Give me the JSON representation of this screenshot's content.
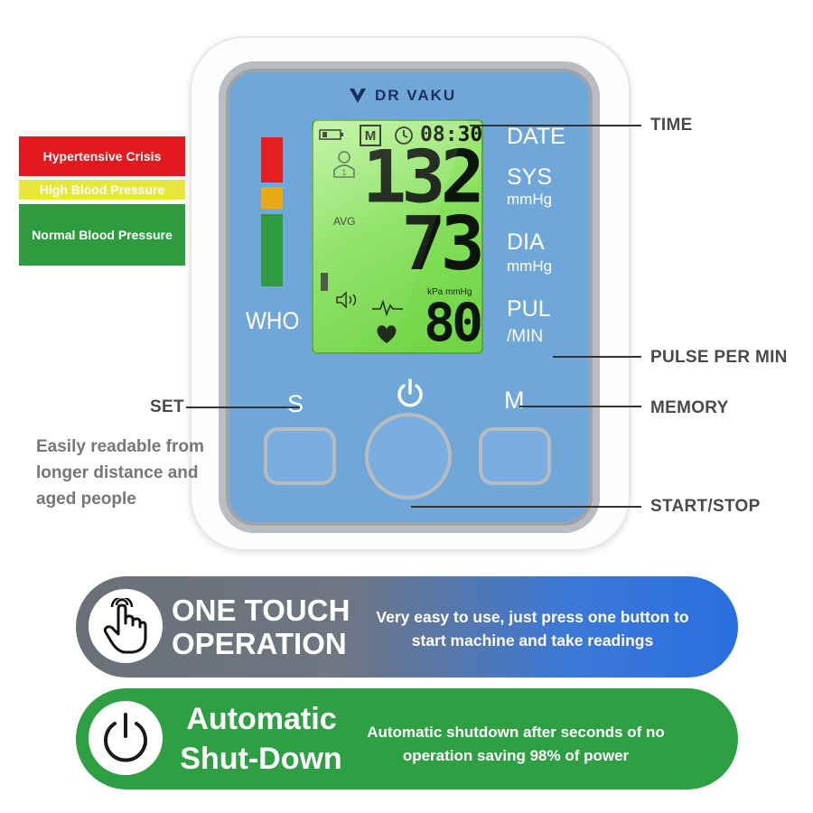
{
  "brand": "DR VAKU",
  "lcd": {
    "time": "08:30",
    "memory_indicator": "M",
    "systolic": "132",
    "diastolic": "73",
    "pulse": "80",
    "avg_label": "AVG",
    "units": "kPa mmHg"
  },
  "device_labels": {
    "date": "DATE",
    "sys": "SYS",
    "sys_unit": "mmHg",
    "dia": "DIA",
    "dia_unit": "mmHg",
    "pul": "PUL",
    "pul_unit": "/MIN",
    "who": "WHO",
    "set_key": "S",
    "memory_key": "M"
  },
  "legend": {
    "crisis": "Hypertensive Crisis",
    "high": "High Blood Pressure",
    "normal": "Normal Blood Pressure"
  },
  "callouts": {
    "time": "TIME",
    "pulse": "PULSE PER MIN",
    "memory": "MEMORY",
    "start_stop": "START/STOP",
    "set": "SET"
  },
  "description": "Easily readable from longer distance and aged people",
  "banners": [
    {
      "title_line1": "ONE TOUCH",
      "title_line2": "OPERATION",
      "text_line1": "Very easy to use, just press one button to",
      "text_line2": "start machine and take readings",
      "icon": "hand-pointer-icon"
    },
    {
      "title_line1": "Automatic",
      "title_line2": "Shut-Down",
      "text_line1": "Automatic shutdown after seconds of no",
      "text_line2": "operation saving 98% of power",
      "icon": "power-icon"
    }
  ],
  "colors": {
    "crisis": "#e4191f",
    "high": "#e7e63a",
    "normal": "#2e9b3e",
    "panel": "#6fa7d8",
    "lcd": "#86e05c"
  }
}
